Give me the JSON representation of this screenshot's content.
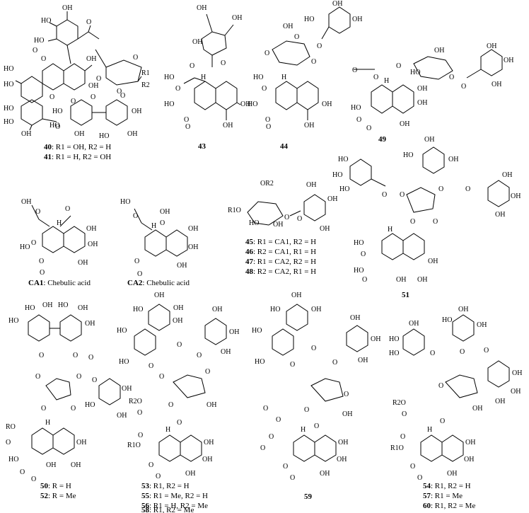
{
  "compounds": [
    {
      "id": "c40",
      "caption_num": "40",
      "caption_rest": ": R1 = OH, R2 = H"
    },
    {
      "id": "c41",
      "caption_num": "41",
      "caption_rest": ": R1 = H, R2 = OH"
    },
    {
      "id": "c43",
      "caption_num": "43",
      "caption_rest": ""
    },
    {
      "id": "c44",
      "caption_num": "44",
      "caption_rest": ""
    },
    {
      "id": "c49",
      "caption_num": "49",
      "caption_rest": ""
    },
    {
      "id": "c51",
      "caption_num": "51",
      "caption_rest": ""
    },
    {
      "id": "ca1",
      "caption_num": "CA1",
      "caption_rest": ": Chebulic acid"
    },
    {
      "id": "ca2",
      "caption_num": "CA2",
      "caption_rest": ": Chebulic acid"
    },
    {
      "id": "c45",
      "caption_num": "45",
      "caption_rest": ": R1 = CA1, R2 = H"
    },
    {
      "id": "c46",
      "caption_num": "46",
      "caption_rest": ": R2 = CA1, R1 = H"
    },
    {
      "id": "c47",
      "caption_num": "47",
      "caption_rest": ": R1 = CA2, R2 = H"
    },
    {
      "id": "c48",
      "caption_num": "48",
      "caption_rest": ": R2 = CA2, R1 = H"
    },
    {
      "id": "c50",
      "caption_num": "50",
      "caption_rest": ": R = H"
    },
    {
      "id": "c52",
      "caption_num": "52",
      "caption_rest": ": R = Me"
    },
    {
      "id": "c53",
      "caption_num": "53",
      "caption_rest": ": R1, R2 = H"
    },
    {
      "id": "c55",
      "caption_num": "55",
      "caption_rest": ": R1 = Me, R2 = H"
    },
    {
      "id": "c56",
      "caption_num": "56",
      "caption_rest": ": R1 = H, R2 = Me"
    },
    {
      "id": "c58",
      "caption_num": "58",
      "caption_rest": ": R1, R2 = Me"
    },
    {
      "id": "c59",
      "caption_num": "59",
      "caption_rest": ""
    },
    {
      "id": "c54",
      "caption_num": "54",
      "caption_rest": ": R1, R2 = H"
    },
    {
      "id": "c57",
      "caption_num": "57",
      "caption_rest": ": R1 = Me"
    },
    {
      "id": "c60",
      "caption_num": "60",
      "caption_rest": ": R1, R2 = Me"
    }
  ],
  "atoms": {
    "oh": "OH",
    "ho": "HO",
    "o": "O",
    "h": "H",
    "r1": "R1",
    "r2": "R2",
    "r": "R",
    "ro": "RO",
    "r1o": "R1O",
    "r2o": "R2O",
    "or2": "OR2",
    "ome": "O"
  }
}
